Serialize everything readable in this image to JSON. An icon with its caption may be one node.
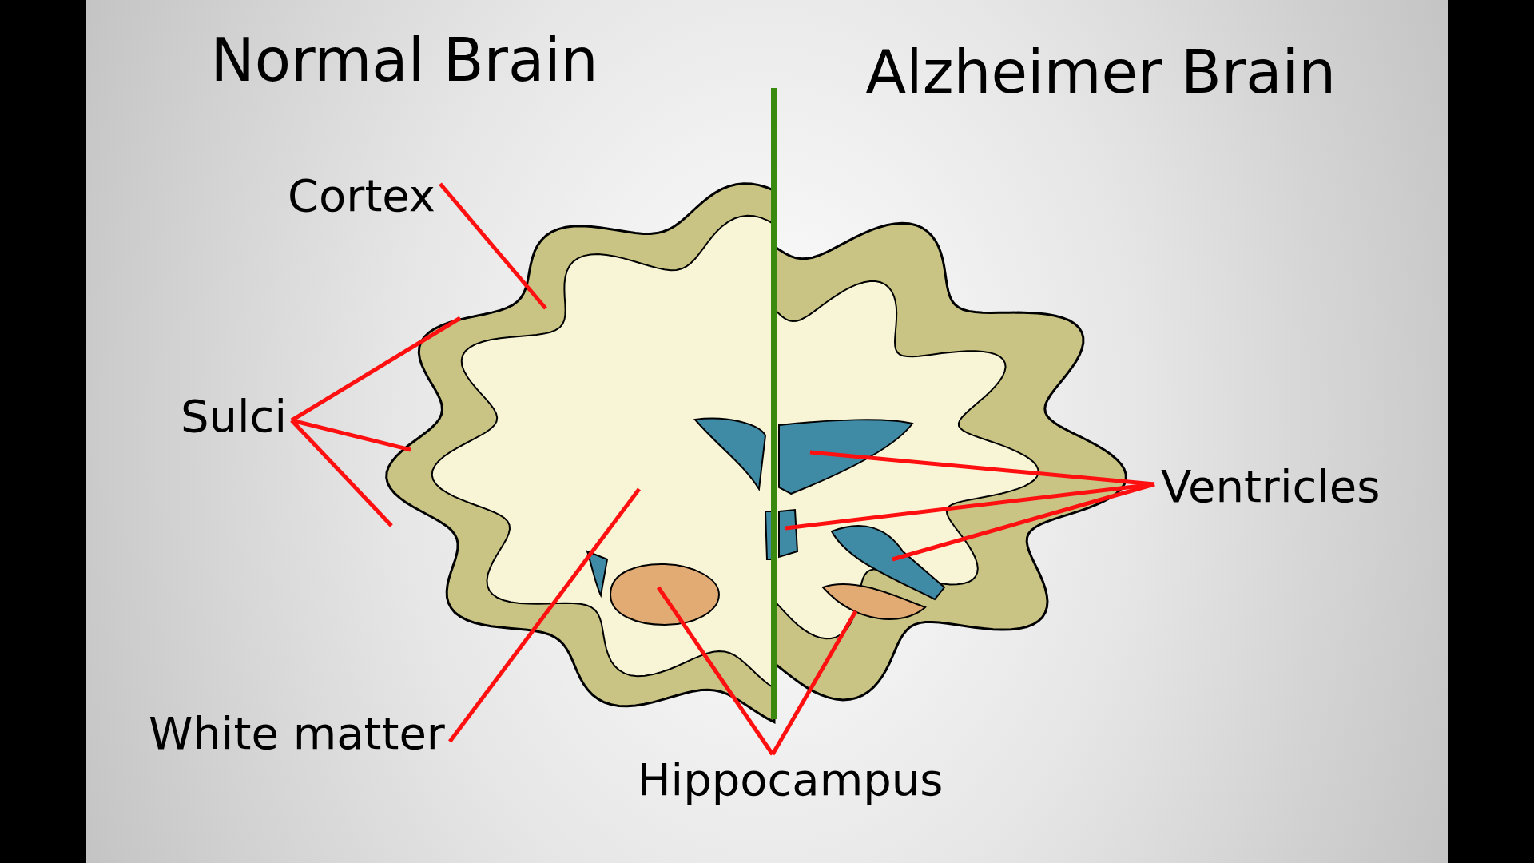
{
  "diagram": {
    "nodes": [
      {
        "text": [
          "Cortex"
        ]
      },
      {
        "text": [
          "Sulci"
        ]
      },
      {
        "text": [
          "White matter"
        ]
      },
      {
        "text": [
          "Hippocampus"
        ]
      },
      {
        "text": [
          "Ventricles"
        ]
      },
      {
        "text": [],
        "shape": "blob"
      },
      {
        "text": [],
        "shape": "blob"
      },
      {
        "text": [],
        "shape": "blob"
      },
      {
        "text": [],
        "shape": "blob"
      },
      {
        "text": [],
        "shape": "blob"
      }
    ],
    "edges": [
      {
        "from": 0,
        "to": null,
        "arrow": "none"
      },
      {
        "from": 1,
        "to": null,
        "arrow": "none"
      },
      {
        "from": 1,
        "to": null,
        "arrow": "none"
      },
      {
        "from": 1,
        "to": null,
        "arrow": "none"
      },
      {
        "from": 2,
        "to": null,
        "arrow": "none"
      },
      {
        "from": 3,
        "to": 5,
        "arrow": "none"
      },
      {
        "from": 3,
        "to": 6,
        "arrow": "none"
      },
      {
        "from": 4,
        "to": 7,
        "arrow": "none"
      },
      {
        "from": 4,
        "to": 8,
        "arrow": "none"
      },
      {
        "from": 4,
        "to": 9,
        "arrow": "none"
      }
    ],
    "labels": [
      "Normal Brain",
      "Alzheimer Brain"
    ]
  }
}
